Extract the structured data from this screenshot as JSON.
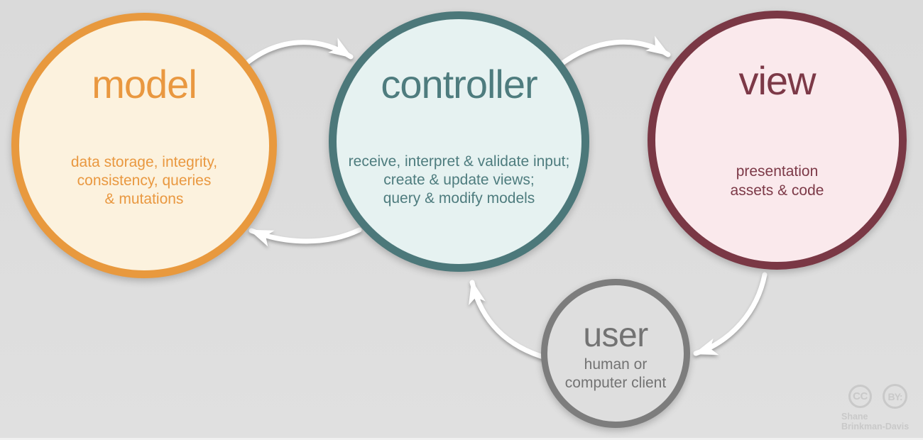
{
  "nodes": {
    "model": {
      "title": "model",
      "desc_lines": [
        "data storage, integrity,",
        "consistency, queries",
        "& mutations"
      ],
      "border_color": "#E8993E",
      "fill_color": "#FCF2DE",
      "text_color": "#E99840"
    },
    "controller": {
      "title": "controller",
      "desc_lines": [
        "receive, interpret & validate input;",
        "create & update views;",
        "query & modify models"
      ],
      "border_color": "#4C787A",
      "fill_color": "#E6F2F1",
      "text_color": "#4E7C7E"
    },
    "view": {
      "title": "view",
      "desc_lines": [
        "presentation",
        "assets & code"
      ],
      "border_color": "#7A3845",
      "fill_color": "#FAE9EC",
      "text_color": "#7C3947"
    },
    "user": {
      "title": "user",
      "desc_lines": [
        "human or",
        "computer client"
      ],
      "border_color": "#7D7D7D",
      "fill_color": "#DEDEDE",
      "text_color": "#737373"
    }
  },
  "arrows": {
    "color": "#FFFFFF",
    "flows": [
      {
        "from": "model",
        "to": "controller"
      },
      {
        "from": "controller",
        "to": "view"
      },
      {
        "from": "controller",
        "to": "model"
      },
      {
        "from": "view",
        "to": "user"
      },
      {
        "from": "user",
        "to": "controller"
      }
    ]
  },
  "attribution": {
    "cc_label": "CC",
    "by_label": "BY:",
    "author_line1": "Shane",
    "author_line2": "Brinkman-Davis",
    "color": "#C9C9C9"
  }
}
